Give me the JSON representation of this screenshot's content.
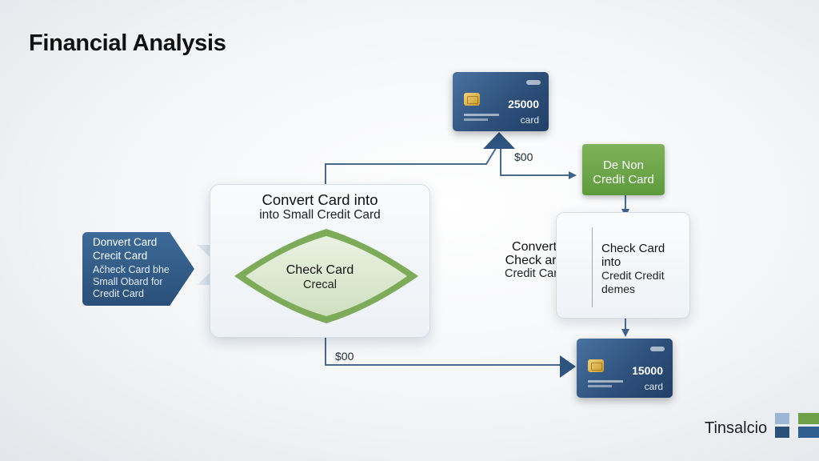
{
  "title": "Financial Analysis",
  "left_node": {
    "line1": "Donvert Card",
    "line2": "Crecit Card",
    "line3": "Ačheck Card bhe",
    "line4": "Small Obard for",
    "line5": "Credit Card"
  },
  "center_panel": {
    "title": "Convert Card into",
    "subtitle": "into Small Credit Card",
    "diamond_line1": "Check Card",
    "diamond_line2": "Crecal"
  },
  "card_top": {
    "amount": "25000",
    "label": "card"
  },
  "card_bottom": {
    "amount": "15000",
    "label": "card"
  },
  "amount_labels": {
    "top": "$00",
    "bottom": "$00"
  },
  "green_box": {
    "line1": "De Non",
    "line2": "Credit Card"
  },
  "right_panel": {
    "left_line1": "Convert",
    "left_line2": "Check ard",
    "left_line3": "Credit Card",
    "right_line1": "Check Card",
    "right_line2": "into",
    "right_line3": "Credit Credit",
    "right_line4": "demes"
  },
  "logo": {
    "text": "Tinsalcio",
    "colors": [
      "#2f5f8f",
      "#6fa04a",
      "#9bb7d4",
      "#2a4f79"
    ]
  },
  "colors": {
    "primary_blue": "#2c4e78",
    "accent_green": "#6aa544",
    "connector": "#4a6a8c"
  }
}
